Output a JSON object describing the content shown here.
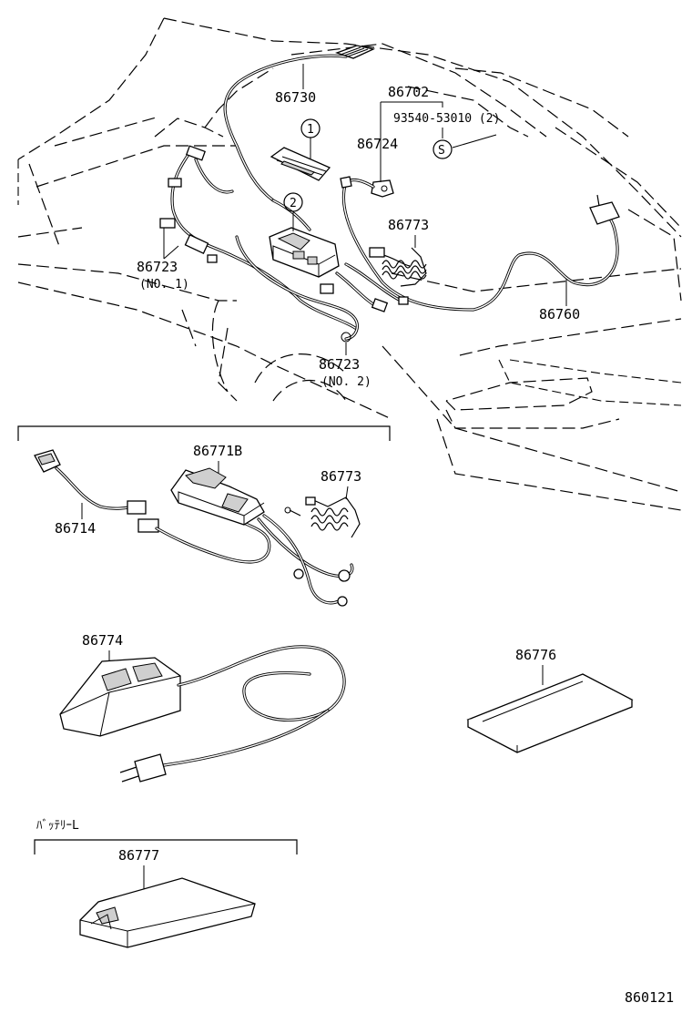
{
  "labels": {
    "l86730": "86730",
    "l86702": "86702",
    "l93540": "93540-53010 (2)",
    "l86724": "86724",
    "lS": "S",
    "lc1": "1",
    "lc2": "2",
    "l86773a": "86773",
    "l86723a": "86723",
    "l86723a_sub": "(NO. 1)",
    "l86760": "86760",
    "l86723b": "86723",
    "l86723b_sub": "(NO. 2)",
    "l86771B": "86771B",
    "l86773b": "86773",
    "l86714": "86714",
    "l86774": "86774",
    "l86776": "86776",
    "lbattery": "ﾊﾞｯﾃﾘｰL",
    "l86777": "86777",
    "lfig": "860121"
  }
}
